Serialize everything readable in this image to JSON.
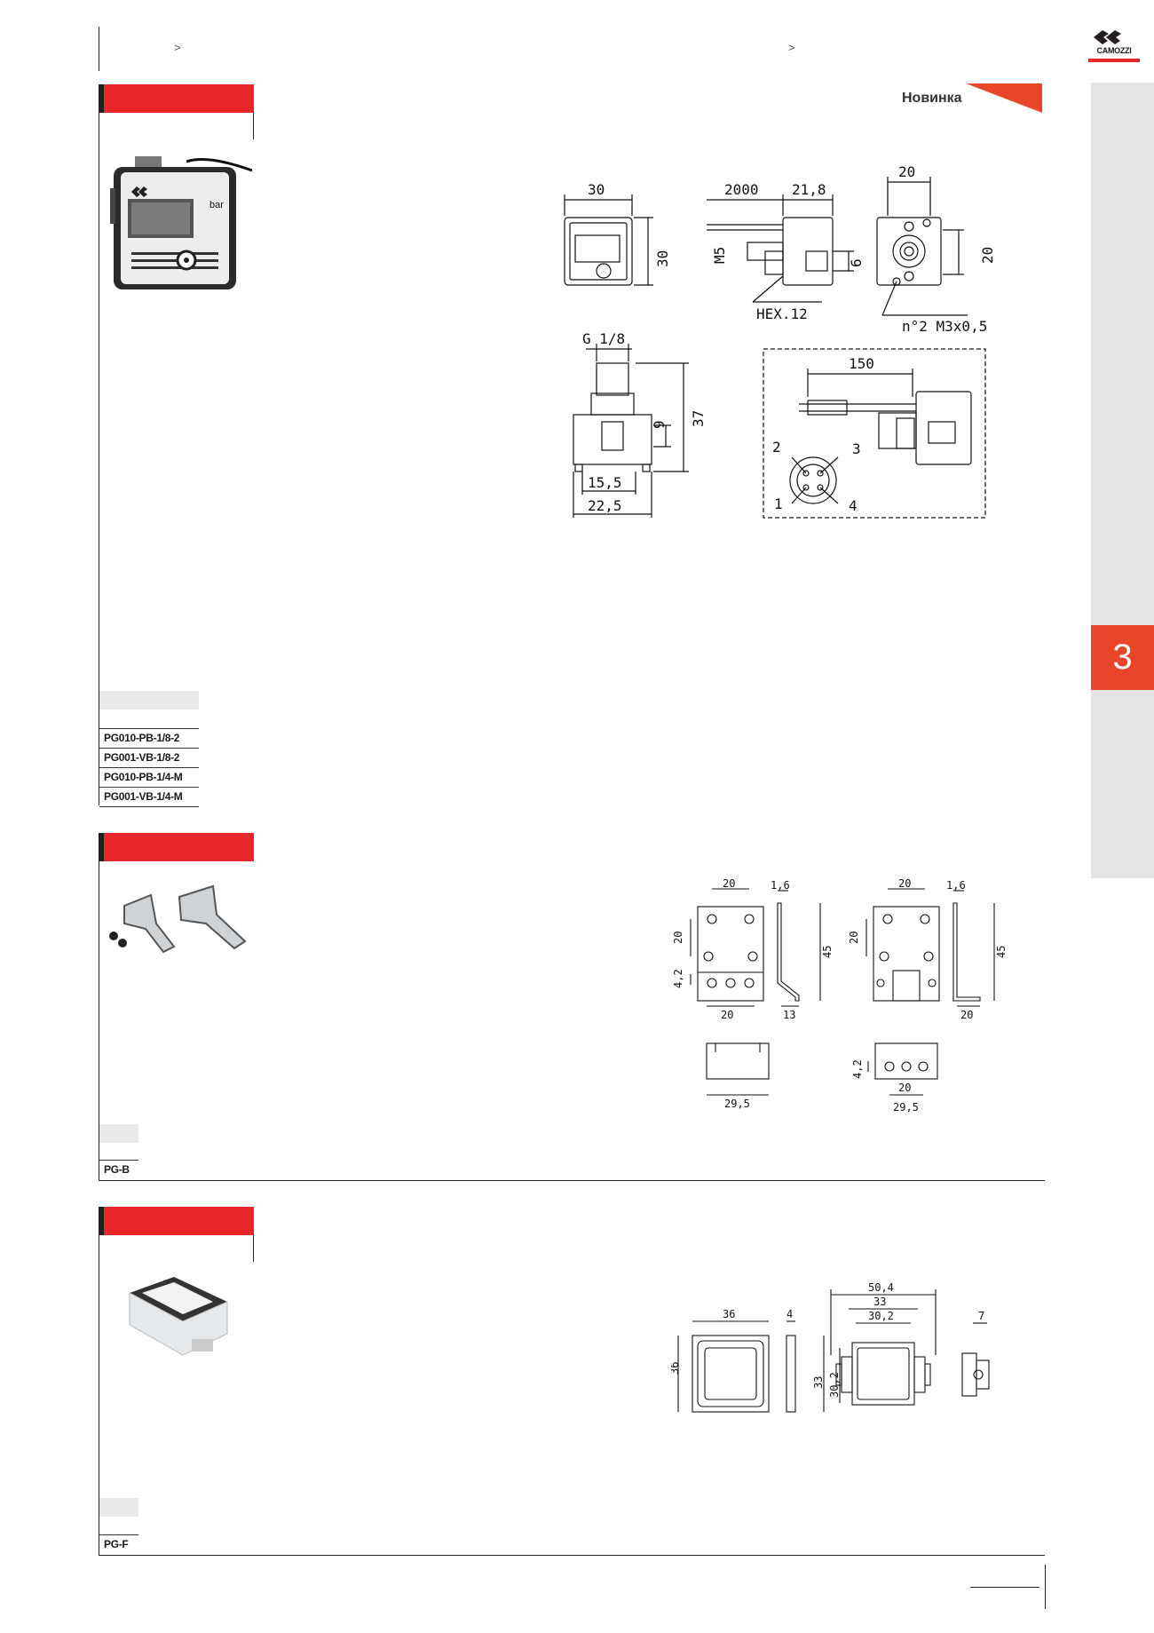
{
  "header": {
    "crumb_left": ">",
    "crumb_right": ">",
    "logo_text": "CAMOZZI"
  },
  "badge": {
    "new_label": "Новинка"
  },
  "sidebar": {
    "chapter_number": "3"
  },
  "section1": {
    "codes": [
      "PG010-PB-1/8-2",
      "PG001-VB-1/8-2",
      "PG010-PB-1/4-M",
      "PG001-VB-1/4-M"
    ],
    "photo_label": "bar",
    "dims": {
      "front_w": "30",
      "front_h": "30",
      "cable": "2000",
      "depth": "21,8",
      "thread": "M5",
      "hex": "HEX.12",
      "six": "6",
      "back_w": "20",
      "back_h": "20",
      "screws": "n°2 M3x0,5",
      "port": "G 1/8",
      "height37": "37",
      "nine": "9",
      "w155": "15,5",
      "w225": "22,5",
      "conn_len": "150",
      "pin1": "1",
      "pin2": "2",
      "pin3": "3",
      "pin4": "4"
    }
  },
  "section2": {
    "codes": [
      "PG-B"
    ],
    "dims": {
      "a20top": "20",
      "a16": "1,6",
      "a20side": "20",
      "a42": "4,2",
      "a45": "45",
      "a20bot": "20",
      "a13": "13",
      "b20top": "20",
      "b16": "1,6",
      "b20side": "20",
      "b45": "45",
      "b20right": "20",
      "c295": "29,5",
      "d42": "4,2",
      "d20": "20",
      "d295": "29,5"
    }
  },
  "section3": {
    "codes": [
      "PG-F"
    ],
    "dims": {
      "f36w": "36",
      "f4": "4",
      "f36h": "36",
      "g504": "50,4",
      "g33": "33",
      "g302": "30,2",
      "g33h": "33",
      "g302h": "30,2",
      "g7": "7"
    }
  },
  "colors": {
    "brand_red": "#e8262a",
    "accent_orange": "#e8452b",
    "panel_gray": "#e4e4e4"
  }
}
